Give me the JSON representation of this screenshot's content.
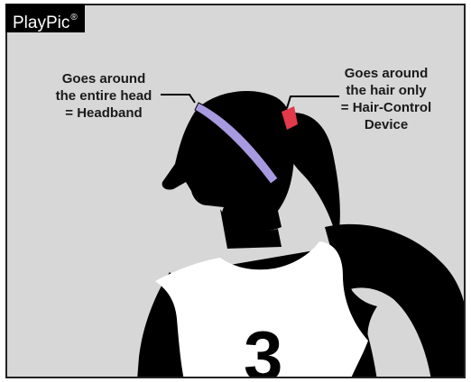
{
  "badge": {
    "brand": "PlayPic",
    "mark": "®"
  },
  "labels": {
    "headband": [
      "Goes around",
      "the entire head",
      "= Headband"
    ],
    "hair_control": [
      "Goes around",
      "the hair only",
      "= Hair-Control",
      "Device"
    ]
  },
  "jersey_number": "3",
  "colors": {
    "background": "#d7d7d7",
    "silhouette": "#000000",
    "jersey": "#ffffff",
    "headband": "#a89ae0",
    "hair_control": "#e23a4a"
  }
}
